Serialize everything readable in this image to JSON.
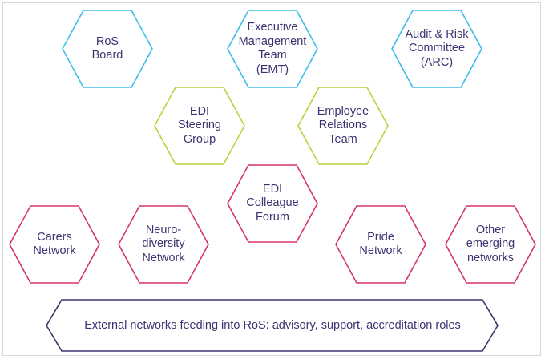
{
  "colors": {
    "blue": "#3bbde6",
    "green": "#b9d13a",
    "red": "#d6336c",
    "navy": "#3a3470",
    "banner": "#3a3470"
  },
  "nodes": [
    {
      "id": "ros-board",
      "label": "RoS\nBoard",
      "color": "blue"
    },
    {
      "id": "emt",
      "label": "Executive\nManagement\nTeam\n(EMT)",
      "color": "blue"
    },
    {
      "id": "arc",
      "label": "Audit & Risk\nCommittee\n(ARC)",
      "color": "blue"
    },
    {
      "id": "edi-steering",
      "label": "EDI\nSteering\nGroup",
      "color": "green"
    },
    {
      "id": "employee-relations",
      "label": "Employee\nRelations\nTeam",
      "color": "green"
    },
    {
      "id": "edi-colleague",
      "label": "EDI\nColleague\nForum",
      "color": "red"
    },
    {
      "id": "carers",
      "label": "Carers\nNetwork",
      "color": "red"
    },
    {
      "id": "neurodiversity",
      "label": "Neuro-\ndiversity\nNetwork",
      "color": "red"
    },
    {
      "id": "pride",
      "label": "Pride\nNetwork",
      "color": "red"
    },
    {
      "id": "other",
      "label": "Other\nemerging\nnetworks",
      "color": "red"
    }
  ],
  "banner": {
    "label": "External networks feeding into RoS: advisory, support, accreditation roles"
  }
}
